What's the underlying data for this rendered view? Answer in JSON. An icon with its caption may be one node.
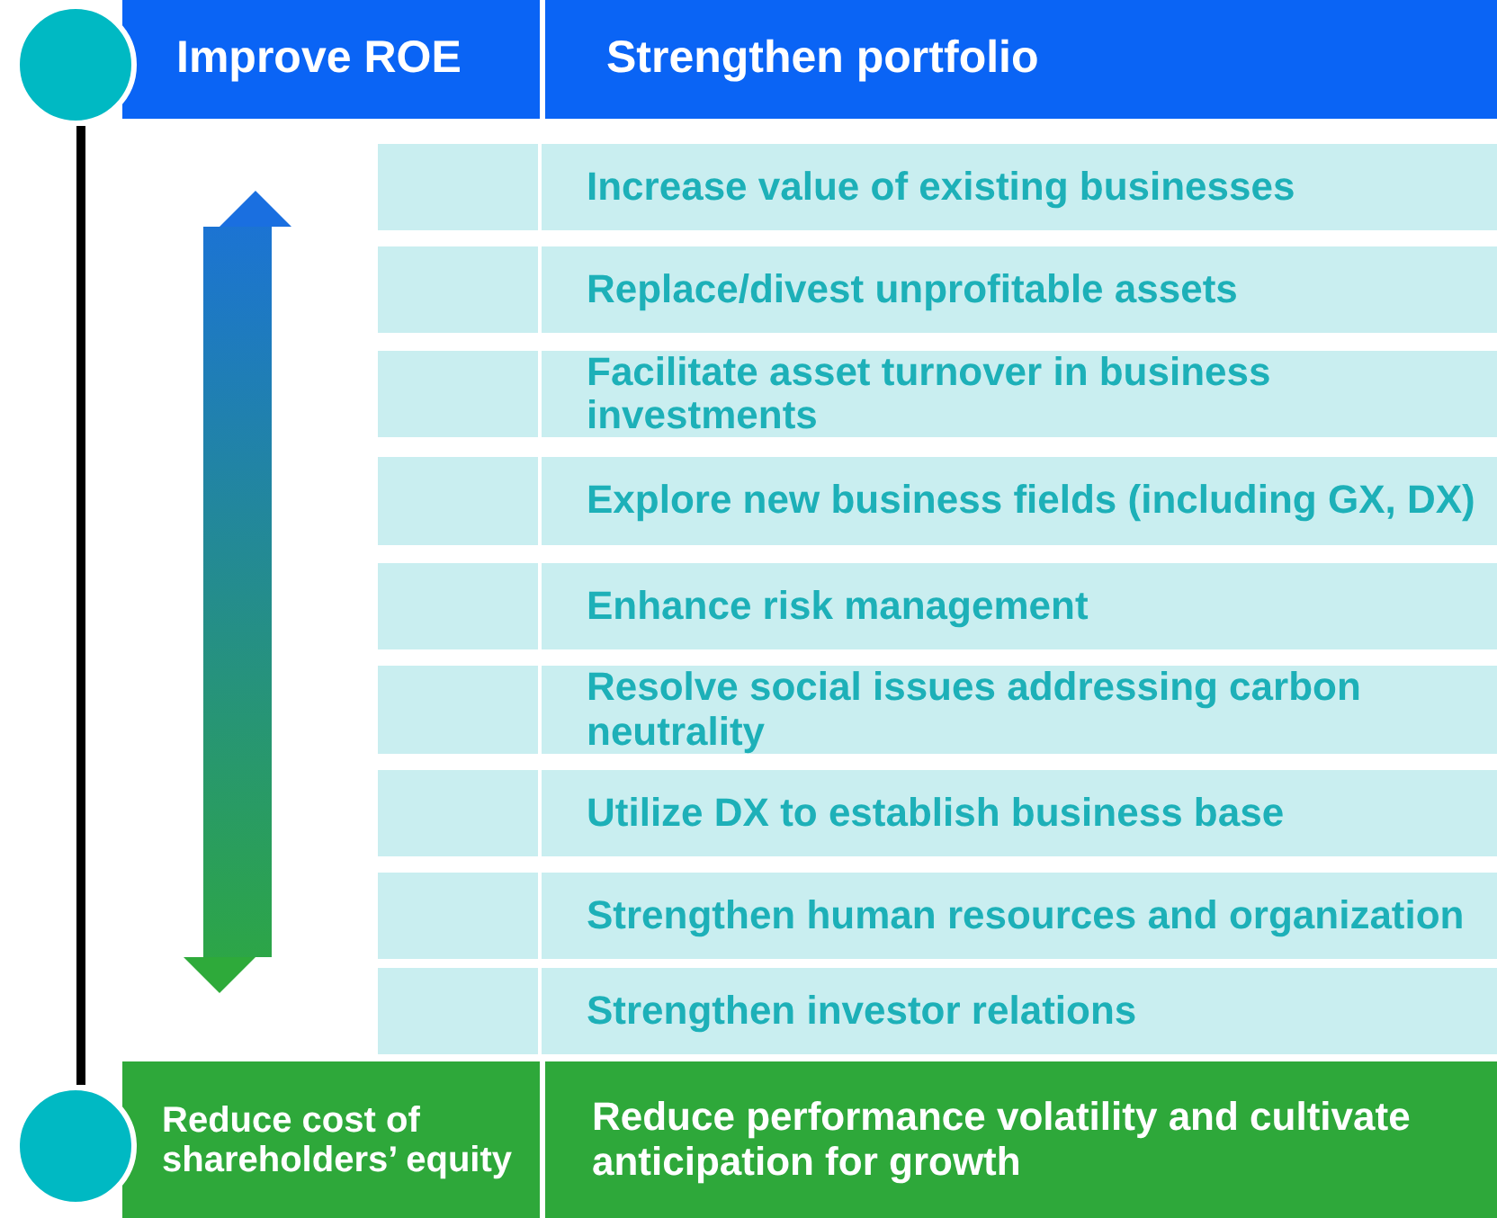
{
  "diagram": {
    "nodes": [
      {
        "text": [],
        "shape": "circle"
      },
      {
        "text": [
          "Improve ROE"
        ]
      },
      {
        "text": [
          "Strengthen portfolio"
        ]
      },
      {
        "text": [
          "Increase value of existing businesses"
        ]
      },
      {
        "text": [
          "Replace/divest unprofitable assets"
        ]
      },
      {
        "text": [
          "Facilitate asset turnover in business investments"
        ]
      },
      {
        "text": [
          "Explore new business fields (including GX, DX)"
        ]
      },
      {
        "text": [
          "Enhance risk management"
        ]
      },
      {
        "text": [
          "Resolve social issues addressing carbon neutrality"
        ]
      },
      {
        "text": [
          "Utilize DX to establish business base"
        ]
      },
      {
        "text": [
          "Strengthen human resources and organization"
        ]
      },
      {
        "text": [
          "Strengthen investor relations"
        ]
      },
      {
        "text": [],
        "shape": "circle"
      },
      {
        "text": [
          "Reduce cost of shareholders’ equity"
        ]
      },
      {
        "text": [
          "Reduce performance volatility and cultivate anticipation for growth"
        ]
      }
    ],
    "edges": [
      {
        "from": 0,
        "to": 12,
        "arrow": "none"
      },
      {
        "from": 1,
        "to": 13,
        "arrow": "both",
        "style": "thick"
      }
    ]
  }
}
